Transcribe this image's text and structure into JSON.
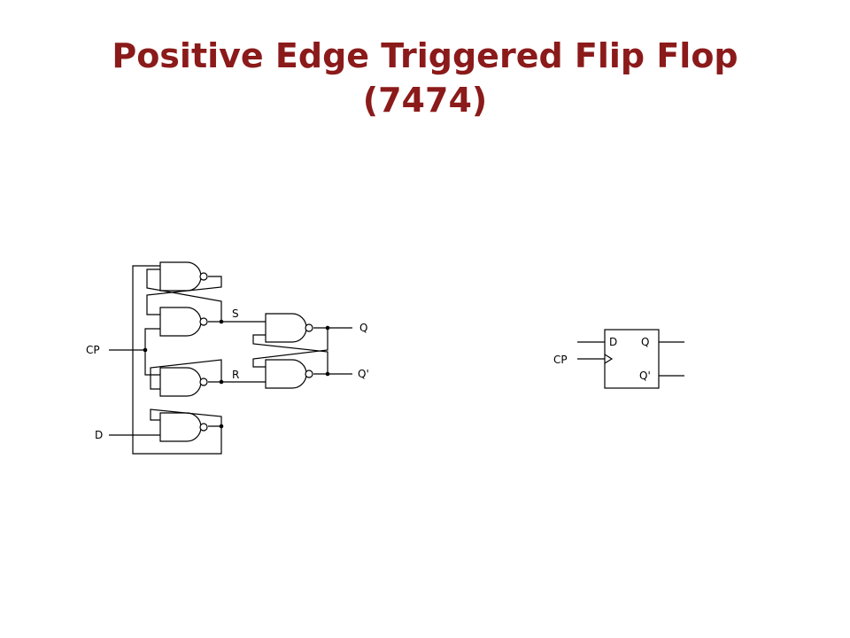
{
  "title": {
    "line1": "Positive Edge Triggered Flip Flop",
    "line2": "(7474)"
  },
  "circuit": {
    "labels": {
      "cp": "CP",
      "d": "D",
      "s": "S",
      "r": "R",
      "q": "Q",
      "q_bar": "Q'"
    }
  },
  "symbol": {
    "labels": {
      "d": "D",
      "q": "Q",
      "cp": "CP",
      "q_bar": "Q'"
    }
  },
  "colors": {
    "title": "#8b1a1a",
    "lines": "#000000",
    "background": "#ffffff"
  }
}
